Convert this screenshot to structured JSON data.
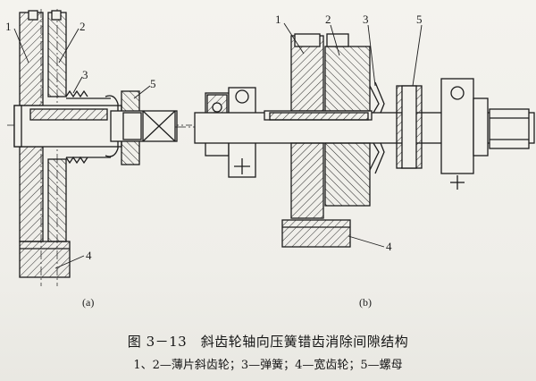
{
  "figure": {
    "caption_title": "图 3－13　斜齿轮轴向压簧错齿消除间隙结构",
    "caption_legend": "1、2—薄片斜齿轮；3—弹簧；4—宽齿轮；5—螺母",
    "sub_a": "(a)",
    "sub_b": "(b)"
  },
  "callouts_a": {
    "c1": "1",
    "c2": "2",
    "c3": "3",
    "c4": "4",
    "c5": "5"
  },
  "callouts_b": {
    "c1": "1",
    "c2": "2",
    "c3": "3",
    "c4": "4",
    "c5": "5"
  },
  "colors": {
    "ink": "#1c1c1c",
    "paper": "#f2f1ec",
    "hatch": "#2a2a2a"
  }
}
